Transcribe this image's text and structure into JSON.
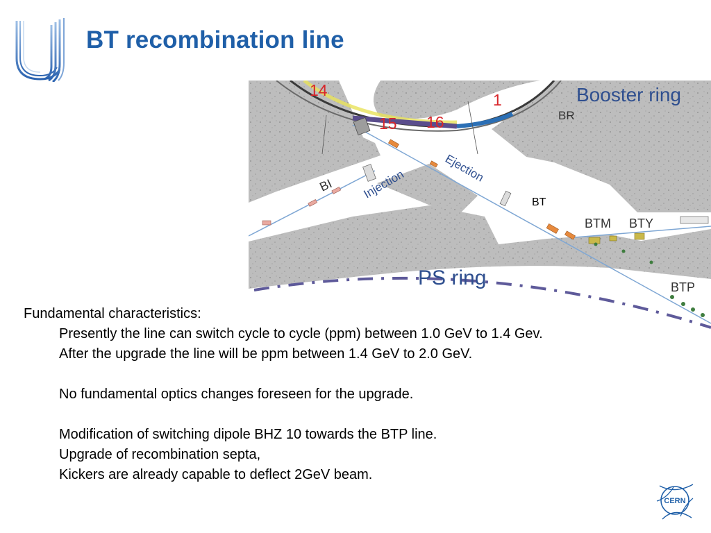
{
  "slide": {
    "title": "BT recombination line"
  },
  "diagram": {
    "labels": {
      "booster_ring": "Booster ring",
      "br": "BR",
      "ring_14": "14",
      "ring_15": "15",
      "ring_16": "16",
      "ring_1": "1",
      "bi": "BI",
      "injection": "Injection",
      "ejection": "Ejection",
      "bt": "BT",
      "btm": "BTM",
      "bty": "BTY",
      "btp": "BTP",
      "ps_ring": "PS ring"
    },
    "colors": {
      "concrete": "#b9b9b9",
      "ring_label": "#d8262b",
      "line_label": "#2f4f8f",
      "ps_dash": "#5e5a9a"
    }
  },
  "content": {
    "heading": "Fundamental characteristics:",
    "lines": [
      "Presently the line can switch cycle to cycle (ppm) between 1.0 GeV to 1.4 Gev.",
      "After the upgrade the line will be ppm between 1.4 GeV to 2.0 GeV.",
      "No fundamental optics changes foreseen for the upgrade.",
      "Modification of switching dipole BHZ 10 towards the BTP line.",
      "Upgrade of recombination septa,",
      "Kickers are already capable to deflect 2GeV beam."
    ]
  },
  "logo": {
    "cern_text": "CERN"
  }
}
